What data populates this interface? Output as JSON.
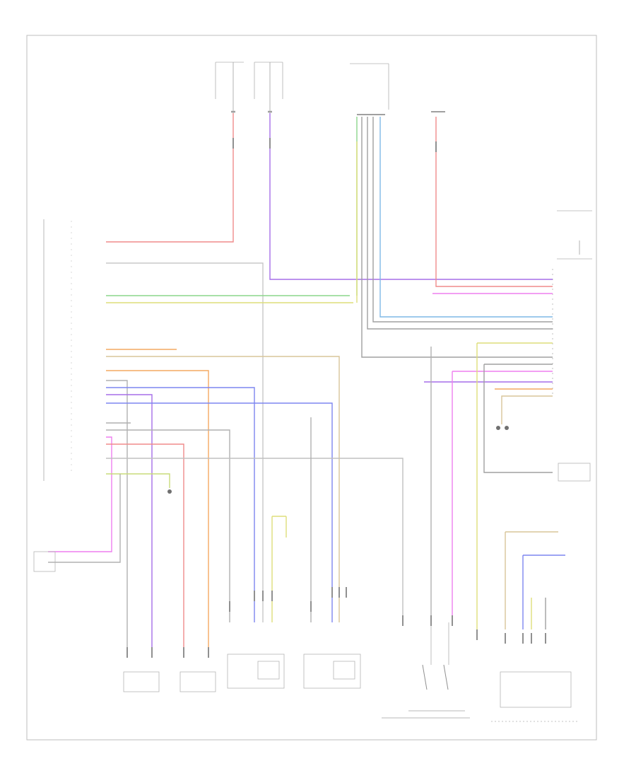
{
  "diagram": {
    "frame_label": "",
    "colors": {
      "red": "#f08c8c",
      "pink": "#ee7fef",
      "purple": "#8a6be8",
      "blue": "#7d86f0",
      "green": "#8cd68c",
      "yellow": "#e2e07a",
      "orange": "#f4a860",
      "tan": "#d8c59a",
      "gray": "#9a9a9a",
      "lightgray": "#c8c8c8",
      "cyan": "#7fb8e6"
    },
    "components": [
      {
        "id": "fuse-box-1",
        "label": ""
      },
      {
        "id": "fuse-box-2",
        "label": ""
      },
      {
        "id": "engine-control-module",
        "label": ""
      },
      {
        "id": "abs-control-module",
        "label": ""
      },
      {
        "id": "steering-column-switch",
        "label": ""
      },
      {
        "id": "comfort-system-control-module",
        "label": ""
      },
      {
        "id": "electronic-steering-column-lock-control-module",
        "label": ""
      },
      {
        "id": "brake-light-switch",
        "label": ""
      },
      {
        "id": "left-front-door-switch",
        "label": ""
      },
      {
        "id": "right-front-door-switch",
        "label": ""
      },
      {
        "id": "front-passenger-door-lock",
        "label": ""
      },
      {
        "id": "rear-passenger-door-lock",
        "label": ""
      },
      {
        "id": "start-engine-button",
        "label": ""
      },
      {
        "id": "instrument-cluster",
        "label": ""
      },
      {
        "id": "clutch-switch",
        "label": ""
      },
      {
        "id": "key-reader-coil",
        "label": ""
      }
    ]
  }
}
